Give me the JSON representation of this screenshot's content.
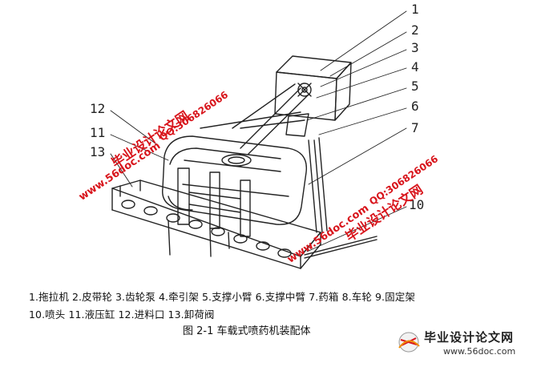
{
  "figure": {
    "callouts": [
      "1",
      "2",
      "3",
      "4",
      "5",
      "6",
      "7",
      "10",
      "12",
      "11",
      "13"
    ],
    "legend_line1": "1.拖拉机 2.皮带轮 3.齿轮泵 4.牵引架 5.支撑小臂 6.支撑中臂 7.药箱 8.车轮 9.固定架",
    "legend_line2": "10.喷头 11.液压缸 12.进料口 13.卸荷阀",
    "caption": "图 2-1  车载式喷药机装配体"
  },
  "watermarks": {
    "site_cn": "毕业设计论文网",
    "site_url": "www.56doc.com",
    "qq": "QQ:306826066"
  },
  "brand": {
    "name": "毕业设计论文网",
    "url": "www.56doc.com"
  },
  "colors": {
    "line": "#222222",
    "watermark_red": "#d8141b"
  }
}
